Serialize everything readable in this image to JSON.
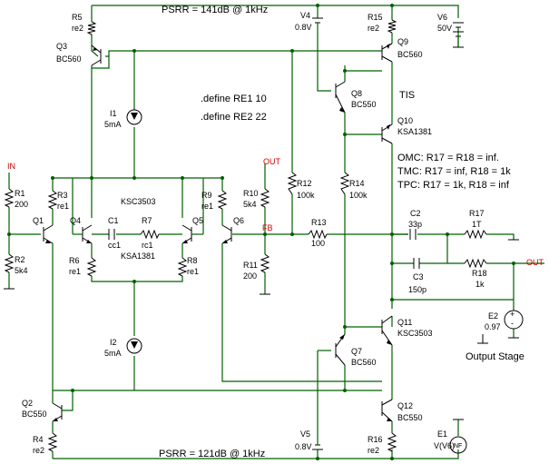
{
  "header": {
    "psrr_top": "PSRR = 141dB @ 1kHz",
    "psrr_bottom": "PSRR = 121dB @ 1kHz"
  },
  "defines": {
    "re1": ".define RE1 10",
    "re2": ".define RE2 22"
  },
  "notes": {
    "omc": "OMC: R17 = R18 = inf.",
    "tmc": "TMC: R17 = inf, R18 = 1k",
    "tpc": "TPC: R17 = 1k, R18 = inf"
  },
  "labels": {
    "in": "IN",
    "out_mid": "OUT",
    "out_right": "OUT",
    "fb": "FB",
    "tis": "TIS",
    "output_stage": "Output Stage",
    "ksc3503_mid": "KSC3503",
    "ksa1381_mid": "KSA1381"
  },
  "components": {
    "r1": {
      "name": "R1",
      "value": "200"
    },
    "r2": {
      "name": "R2",
      "value": "5k4"
    },
    "r3": {
      "name": "R3",
      "value": "re1"
    },
    "r4": {
      "name": "R4",
      "value": "re2"
    },
    "r5": {
      "name": "R5",
      "value": "re2"
    },
    "r6": {
      "name": "R6",
      "value": "re1"
    },
    "r7": {
      "name": "R7",
      "value": "rc1"
    },
    "r8": {
      "name": "R8",
      "value": "re1"
    },
    "r9": {
      "name": "R9",
      "value": "re1"
    },
    "r10": {
      "name": "R10",
      "value": "5k4"
    },
    "r11": {
      "name": "R11",
      "value": "200"
    },
    "r12": {
      "name": "R12",
      "value": "100k"
    },
    "r13": {
      "name": "R13",
      "value": "100"
    },
    "r14": {
      "name": "R14",
      "value": "100k"
    },
    "r15": {
      "name": "R15",
      "value": "re2"
    },
    "r16": {
      "name": "R16",
      "value": "re2"
    },
    "r17": {
      "name": "R17",
      "value": "1T"
    },
    "r18": {
      "name": "R18",
      "value": "1k"
    },
    "c1": {
      "name": "C1",
      "value": "cc1"
    },
    "c2": {
      "name": "C2",
      "value": "33p"
    },
    "c3": {
      "name": "C3",
      "value": "150p"
    },
    "i1": {
      "name": "I1",
      "value": "5mA"
    },
    "i2": {
      "name": "I2",
      "value": "5mA"
    },
    "q1": {
      "name": "Q1"
    },
    "q2": {
      "name": "Q2",
      "model": "BC550"
    },
    "q3": {
      "name": "Q3",
      "model": "BC560"
    },
    "q4": {
      "name": "Q4"
    },
    "q5": {
      "name": "Q5"
    },
    "q6": {
      "name": "Q6"
    },
    "q7": {
      "name": "Q7",
      "model": "BC560"
    },
    "q8": {
      "name": "Q8",
      "model": "BC550"
    },
    "q9": {
      "name": "Q9",
      "model": "BC560"
    },
    "q10": {
      "name": "Q10",
      "model": "KSA1381"
    },
    "q11": {
      "name": "Q11",
      "model": "KSC3503"
    },
    "q12": {
      "name": "Q12",
      "model": "BC550"
    },
    "v4": {
      "name": "V4",
      "value": "0.8V"
    },
    "v5": {
      "name": "V5",
      "value": "0.8V"
    },
    "v6": {
      "name": "V6",
      "value": "50V"
    },
    "e1": {
      "name": "E1",
      "value": "V(V6)",
      "symbol": "NF"
    },
    "e2": {
      "name": "E2",
      "value": "0.97"
    }
  },
  "colors": {
    "wire": "#006000",
    "component": "#000000",
    "accent": "#cc0000"
  }
}
